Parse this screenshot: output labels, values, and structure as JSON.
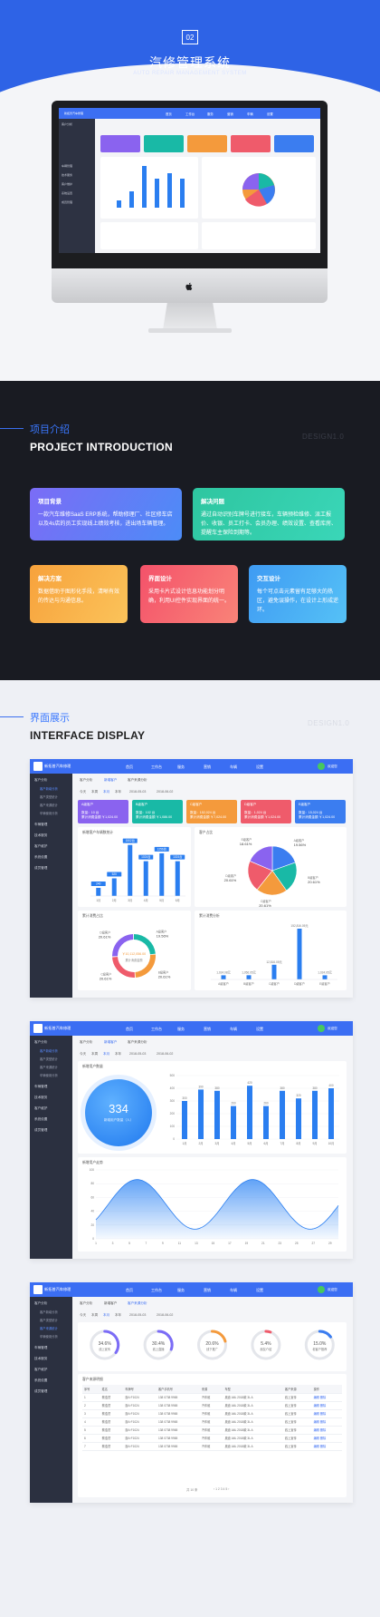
{
  "hero": {
    "badge": "02",
    "title": "汽修管理系统",
    "subtitle": "AUTO REPAIR MANAGEMENT SYSTEM"
  },
  "app": {
    "brand": "新拓普汽车修理",
    "nav": [
      "首页",
      "工作台",
      "服务",
      "营销",
      "车辆",
      "设置"
    ],
    "user": "欢迎您",
    "sidebar": [
      "客户分析",
      "车辆管理",
      "技术服务",
      "客户维护",
      "系统设置",
      "成员管理"
    ],
    "sidebar_sub": [
      "客户新增分析",
      "客户类型统计",
      "客户来源统计",
      "车辆使用分析"
    ],
    "tabs_top": [
      "客户分析",
      "新增客户",
      "客户来源分析"
    ],
    "tabs_sub": [
      "今天",
      "本周",
      "本月",
      "本年"
    ],
    "date_range": [
      "2018-05-03",
      "2018-06-02"
    ]
  },
  "cards": [
    {
      "title": "A级客户",
      "count": "数量：10 台",
      "money": "累计消费金额 ￥1,024.00",
      "color": "#8a63ef"
    },
    {
      "title": "B级客户",
      "count": "数量：102 台",
      "money": "累计消费金额 ￥1,086.00",
      "color": "#19b9a6"
    },
    {
      "title": "C级客户",
      "count": "数量：152,024 台",
      "money": "累计消费金额 ￥7,024.00",
      "color": "#f49a3c"
    },
    {
      "title": "D级客户",
      "count": "数量：1,024 台",
      "money": "累计消费金额 ￥1,024.00",
      "color": "#ef5b6b"
    },
    {
      "title": "E级客户",
      "count": "数量：15,024 台",
      "money": "累计消费金额 ￥1,024.00",
      "color": "#3b7df0"
    }
  ],
  "intro": {
    "section_cn": "项目介绍",
    "section_en": "PROJECT INTRODUCTION",
    "ghost": "DESIGN1.0",
    "cards": [
      {
        "title": "项目背景",
        "body": "一款汽车维修SaaS ERP系统，帮助修理厂、社区修车店以及4s店的员工实现线上绩效考核，进出场车辆管理。",
        "c1": "#7b6cf6",
        "c2": "#4c8cf7"
      },
      {
        "title": "解决问题",
        "body": "通过自动识别车牌号进行接车，车辆预检维修、派工报价、收银、员工打卡、会员办理、绩效设置、查看库房、提醒车主保险到期等。",
        "c1": "#2ec6a0",
        "c2": "#3ad6b8"
      },
      {
        "title": "解决方案",
        "body": "数据借助于图形化手段，清晰有效的传达与沟通信息。",
        "c1": "#f7a23c",
        "c2": "#fbc35a"
      },
      {
        "title": "界面设计",
        "body": "采用卡片式设计信息功能划分明确，利用UI控件实现界面的统一。",
        "c1": "#f4526a",
        "c2": "#f98378"
      },
      {
        "title": "交互设计",
        "body": "每个可点击元素留有足够大的热区，避免误操作，在设计上形成逆环。",
        "c1": "#3f9bf3",
        "c2": "#55c1f6"
      }
    ]
  },
  "display": {
    "section_cn": "界面展示",
    "section_en": "INTERFACE DISPLAY",
    "ghost": "DESIGN1.0"
  },
  "screen1": {
    "panel1_title": "新增客户车辆数统计",
    "panel2_title": "客户占比",
    "panel3_title": "累计消费占比",
    "panel4_title": "累计消费分析",
    "donut_center": "￥10,112,056.00",
    "donut_center_sub": "累计消费金额"
  },
  "screen2": {
    "panel1_title": "新增用户数量",
    "panel2_title": "新增用户走势",
    "big_number": "334",
    "big_label": "新增用户数量（人）"
  },
  "screen3": {
    "table_title": "客户来源明细",
    "pagination": "共 10 条",
    "headers": [
      "序号",
      "姓名",
      "车牌号",
      "客户手机号",
      "来源",
      "车型",
      "客户来源",
      "操作"
    ],
    "rows": [
      [
        "1",
        "蔡浩然",
        "浙A·F1024",
        "138 0738 9965",
        "汽车维",
        "奥迪 A6L 2018款 3L A",
        "线上宣传",
        "编辑 删除"
      ],
      [
        "2",
        "蔡浩然",
        "浙A·F1024",
        "138 0738 9965",
        "汽车维",
        "奥迪 A6L 2018款 3L A",
        "线上宣传",
        "编辑 删除"
      ],
      [
        "3",
        "蔡浩然",
        "浙A·F1024",
        "138 0738 9965",
        "汽车维",
        "奥迪 A6L 2018款 3L A",
        "线上宣传",
        "编辑 删除"
      ],
      [
        "4",
        "蔡浩然",
        "浙A·F1024",
        "138 0738 9965",
        "汽车维",
        "奥迪 A6L 2018款 3L A",
        "线上宣传",
        "编辑 删除"
      ],
      [
        "5",
        "蔡浩然",
        "浙A·F1024",
        "138 0738 9965",
        "汽车维",
        "奥迪 A6L 2018款 3L A",
        "线上宣传",
        "编辑 删除"
      ],
      [
        "6",
        "蔡浩然",
        "浙A·F1024",
        "138 0738 9965",
        "汽车维",
        "奥迪 A6L 2018款 3L A",
        "线上宣传",
        "编辑 删除"
      ],
      [
        "7",
        "蔡浩然",
        "浙A·F1024",
        "138 0738 9965",
        "汽车维",
        "奥迪 A6L 2018款 3L A",
        "线上宣传",
        "编辑 删除"
      ]
    ]
  },
  "chart_data": [
    {
      "type": "bar",
      "categories": [
        "1月",
        "2月",
        "3月",
        "4月",
        "5月",
        "6月"
      ],
      "values": [
        240,
        520,
        1502,
        1024,
        1256,
        1024
      ],
      "value_labels": [
        "240",
        "520",
        "1502台",
        "1024台",
        "1256台",
        "1024台"
      ],
      "ylim": [
        0,
        1600
      ]
    },
    {
      "type": "pie",
      "categories": [
        "A级客户",
        "B级客户",
        "C级客户",
        "D级客户",
        "E级客户"
      ],
      "values": [
        19.56,
        20.61,
        20.61,
        20.61,
        18.61
      ],
      "labels": [
        "19.56%",
        "20.61%",
        "20.61%",
        "20.61%",
        "18.61%"
      ],
      "colors": [
        "#3b7df0",
        "#19b9a6",
        "#f49a3c",
        "#ef5b6b",
        "#8a63ef"
      ]
    },
    {
      "type": "pie",
      "categories": [
        "A级客户",
        "B级客户",
        "C级客户",
        "D级客户"
      ],
      "values": [
        19.56,
        20.61,
        20.61,
        20.61
      ],
      "labels": [
        "19.56%",
        "20.61%",
        "20.61%",
        "20.61%"
      ],
      "colors": [
        "#19b9a6",
        "#f49a3c",
        "#ef5b6b",
        "#8a63ef"
      ]
    },
    {
      "type": "bar",
      "categories": [
        "A级客户",
        "B级客户",
        "C级客户",
        "D级客户",
        "E级客户"
      ],
      "values": [
        1024.08,
        1056.05,
        12816.05,
        152816.05,
        1024.05
      ],
      "value_labels": [
        "1,024.08元",
        "1,056.05元",
        "12,816.05元",
        "152,816.05元",
        "1,024.05元"
      ]
    },
    {
      "type": "bar",
      "categories": [
        "1月",
        "2月",
        "3月",
        "4月",
        "5月",
        "6月",
        "7月",
        "8月",
        "9月",
        "10月"
      ],
      "values": [
        300,
        390,
        380,
        260,
        420,
        260,
        380,
        320,
        380,
        400
      ],
      "ylim": [
        0,
        500
      ]
    },
    {
      "type": "area",
      "x": [
        "1",
        "2",
        "3",
        "4",
        "5",
        "6",
        "7",
        "8",
        "9",
        "10",
        "11",
        "12",
        "13",
        "14",
        "15",
        "16",
        "17",
        "18",
        "19",
        "20",
        "21",
        "22",
        "23",
        "24",
        "25",
        "26",
        "27",
        "28",
        "29",
        "30"
      ],
      "ylim": [
        0,
        100
      ]
    },
    {
      "type": "pie",
      "categories": [
        "线上宣传",
        "线上直播",
        "线下推广",
        "朋友介绍",
        "老客户推荐"
      ],
      "values": [
        34.6,
        30.4,
        20.6,
        5.4,
        15.0
      ],
      "labels": [
        "34.6%",
        "30.4%",
        "20.6%",
        "5.4%",
        "15.0%"
      ],
      "colors": [
        "#7b6cf6",
        "#7b6cf6",
        "#f49a3c",
        "#ef5b6b",
        "#3b7df0"
      ]
    }
  ]
}
